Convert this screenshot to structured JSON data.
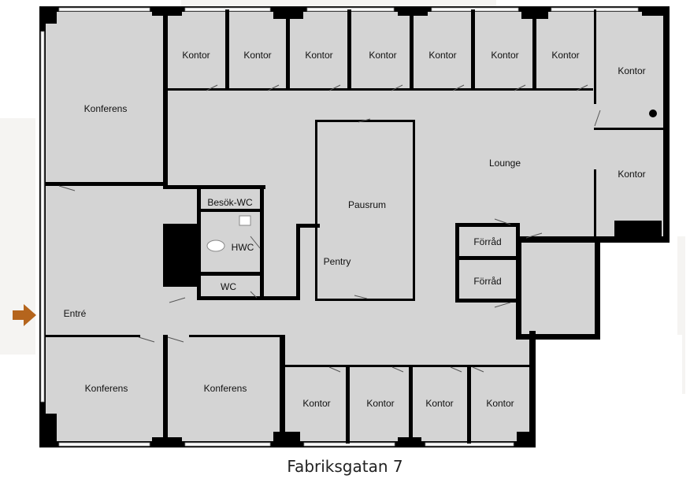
{
  "floorplan": {
    "address": "Fabriksgatan 7",
    "entrance_arrow_color": "#b5651d",
    "rooms": {
      "kontor_top_1": "Kontor",
      "kontor_top_2": "Kontor",
      "kontor_top_3": "Kontor",
      "kontor_top_4": "Kontor",
      "kontor_top_5": "Kontor",
      "kontor_top_6": "Kontor",
      "kontor_top_7": "Kontor",
      "kontor_top_8": "Kontor",
      "kontor_right": "Kontor",
      "konferens_top": "Konferens",
      "lounge": "Lounge",
      "besok_wc": "Besök-WC",
      "hwc": "HWC",
      "wc": "WC",
      "pausrum": "Pausrum",
      "pentry": "Pentry",
      "forrad_1": "Förråd",
      "forrad_2": "Förråd",
      "entre": "Entré",
      "konferens_bottom_1": "Konferens",
      "konferens_bottom_2": "Konferens",
      "kontor_bottom_1": "Kontor",
      "kontor_bottom_2": "Kontor",
      "kontor_bottom_3": "Kontor",
      "kontor_bottom_4": "Kontor"
    }
  }
}
